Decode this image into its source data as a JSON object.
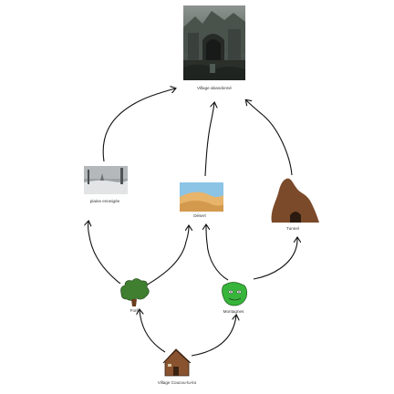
{
  "nodes": {
    "abandoned_village": {
      "label": "Village abandonné",
      "icon": "ruined-village-picture"
    },
    "snowy_plain": {
      "label": "plaine enneigée",
      "icon": "snowy-plain-picture"
    },
    "desert": {
      "label": "Désert",
      "icon": "desert-dunes-picture"
    },
    "tunnel": {
      "label": "Tunnel",
      "icon": "cave-tunnel-icon"
    },
    "forest": {
      "label": "Forêt",
      "icon": "tree-bush-icon"
    },
    "mountains": {
      "label": "Montagnes",
      "icon": "green-monster-icon"
    },
    "start_village": {
      "label": "Village Coucou-tu-ko",
      "icon": "house-icon"
    }
  },
  "edges": [
    {
      "from": "start_village",
      "to": "forest"
    },
    {
      "from": "start_village",
      "to": "mountains"
    },
    {
      "from": "forest",
      "to": "snowy_plain"
    },
    {
      "from": "forest",
      "to": "desert"
    },
    {
      "from": "mountains",
      "to": "desert"
    },
    {
      "from": "mountains",
      "to": "tunnel"
    },
    {
      "from": "snowy_plain",
      "to": "abandoned_village"
    },
    {
      "from": "desert",
      "to": "abandoned_village"
    },
    {
      "from": "tunnel",
      "to": "abandoned_village"
    }
  ],
  "colors": {
    "arrow": "#111111",
    "sand": "#e7b46a",
    "sky": "#8cc4e6",
    "snow": "#c9cdd0",
    "cave": "#7b4a2a",
    "tree": "#3f7f2f",
    "monster": "#37b53b",
    "house": "#8a5330"
  }
}
